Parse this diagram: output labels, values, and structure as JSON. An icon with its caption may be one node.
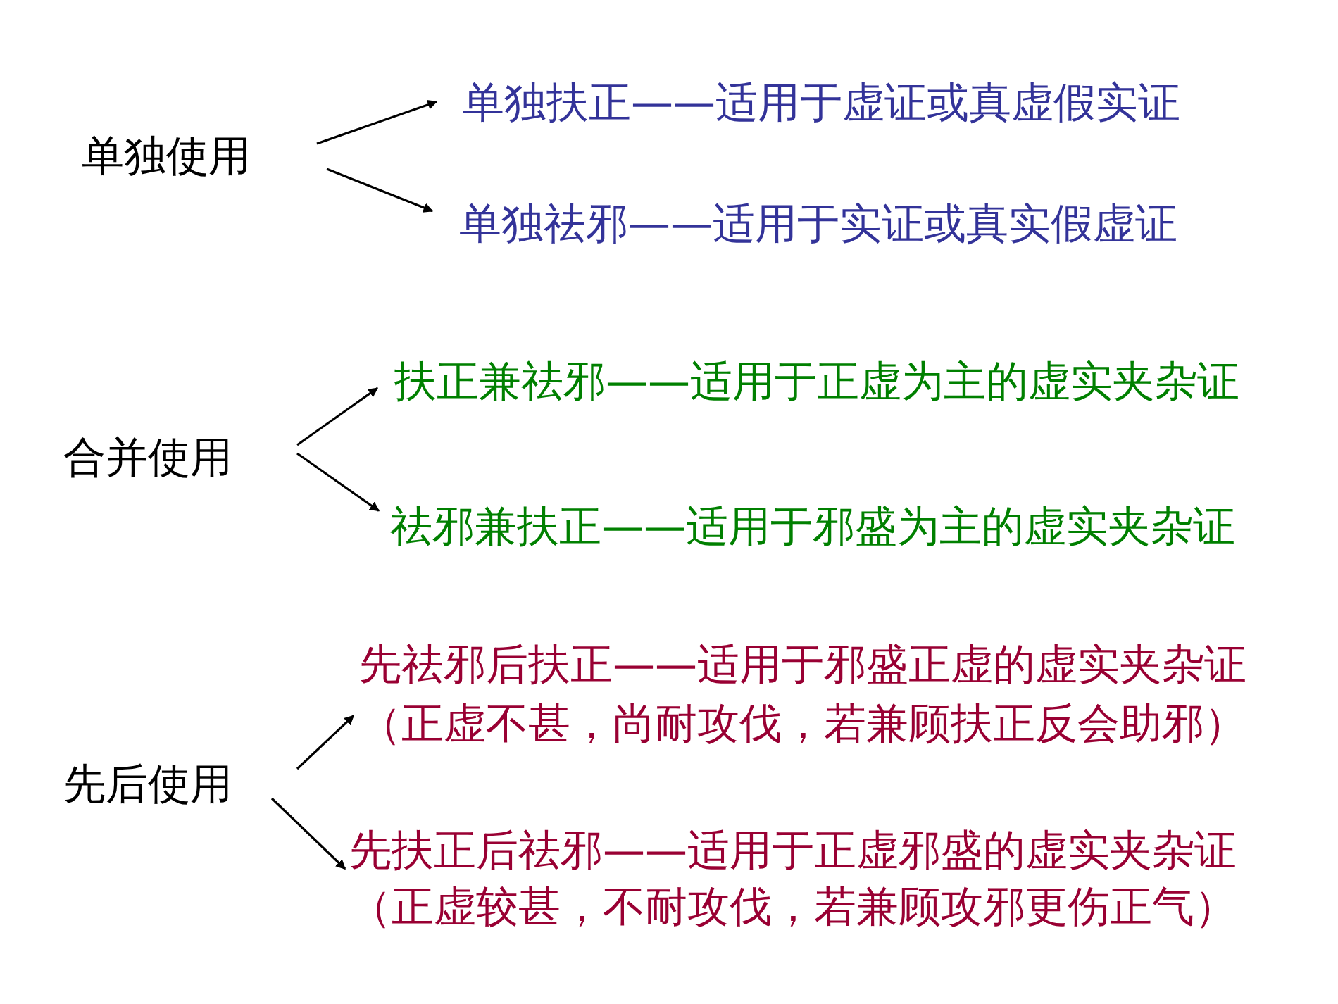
{
  "diagram": {
    "nodes": [
      {
        "text": [
          "单独使用"
        ]
      },
      {
        "text": [
          "单独扶正——适用于虚证或真虚假实证"
        ]
      },
      {
        "text": [
          "单独祛邪——适用于实证或真实假虚证"
        ]
      },
      {
        "text": [
          "合并使用"
        ]
      },
      {
        "text": [
          "扶正兼祛邪——适用于正虚为主的虚实夹杂证"
        ]
      },
      {
        "text": [
          "祛邪兼扶正——适用于邪盛为主的虚实夹杂证"
        ]
      },
      {
        "text": [
          "先后使用"
        ]
      },
      {
        "text": [
          "先祛邪后扶正——适用于邪盛正虚的虚实夹杂证",
          "（正虚不甚，尚耐攻伐，若兼顾扶正反会助邪）"
        ]
      },
      {
        "text": [
          "先扶正后祛邪——适用于正虚邪盛的虚实夹杂证",
          "（正虚较甚，不耐攻伐，若兼顾攻邪更伤正气）"
        ]
      }
    ],
    "edges": [
      {
        "from": 0,
        "to": 1,
        "arrow": "to"
      },
      {
        "from": 0,
        "to": 2,
        "arrow": "to"
      },
      {
        "from": 3,
        "to": 4,
        "arrow": "to"
      },
      {
        "from": 3,
        "to": 5,
        "arrow": "to"
      },
      {
        "from": 6,
        "to": 7,
        "arrow": "to"
      },
      {
        "from": 6,
        "to": 8,
        "arrow": "to"
      }
    ]
  }
}
